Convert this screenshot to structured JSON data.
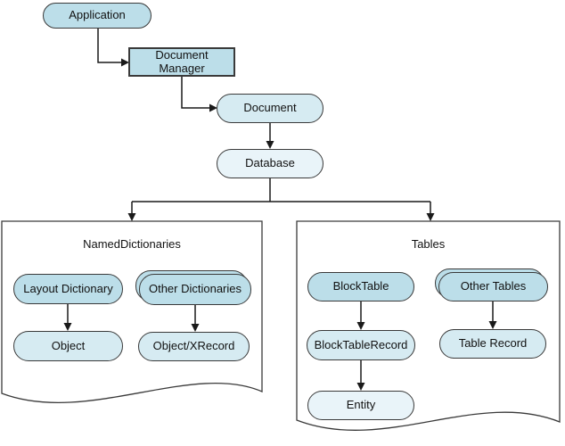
{
  "colors": {
    "node-fill-primary": "#BCDEE9",
    "node-fill-secondary": "#D6EBF2",
    "node-fill-tertiary": "#E9F4F9",
    "node-border": "#3A3A3A",
    "connector": "#1A1A1A"
  },
  "nodes": {
    "application": {
      "label": "Application"
    },
    "document_manager": {
      "line1": "Document",
      "line2": "Manager"
    },
    "document": {
      "label": "Document"
    },
    "database": {
      "label": "Database"
    },
    "layout_dictionary": {
      "label": "Layout Dictionary"
    },
    "object": {
      "label": "Object"
    },
    "other_dictionaries": {
      "label": "Other Dictionaries"
    },
    "object_xrecord": {
      "label": "Object/XRecord"
    },
    "block_table": {
      "label": "BlockTable"
    },
    "block_table_record": {
      "label": "BlockTableRecord"
    },
    "entity": {
      "label": "Entity"
    },
    "other_tables": {
      "label": "Other Tables"
    },
    "table_record": {
      "label": "Table Record"
    }
  },
  "containers": {
    "named_dictionaries": {
      "title": "NamedDictionaries"
    },
    "tables": {
      "title": "Tables"
    }
  }
}
